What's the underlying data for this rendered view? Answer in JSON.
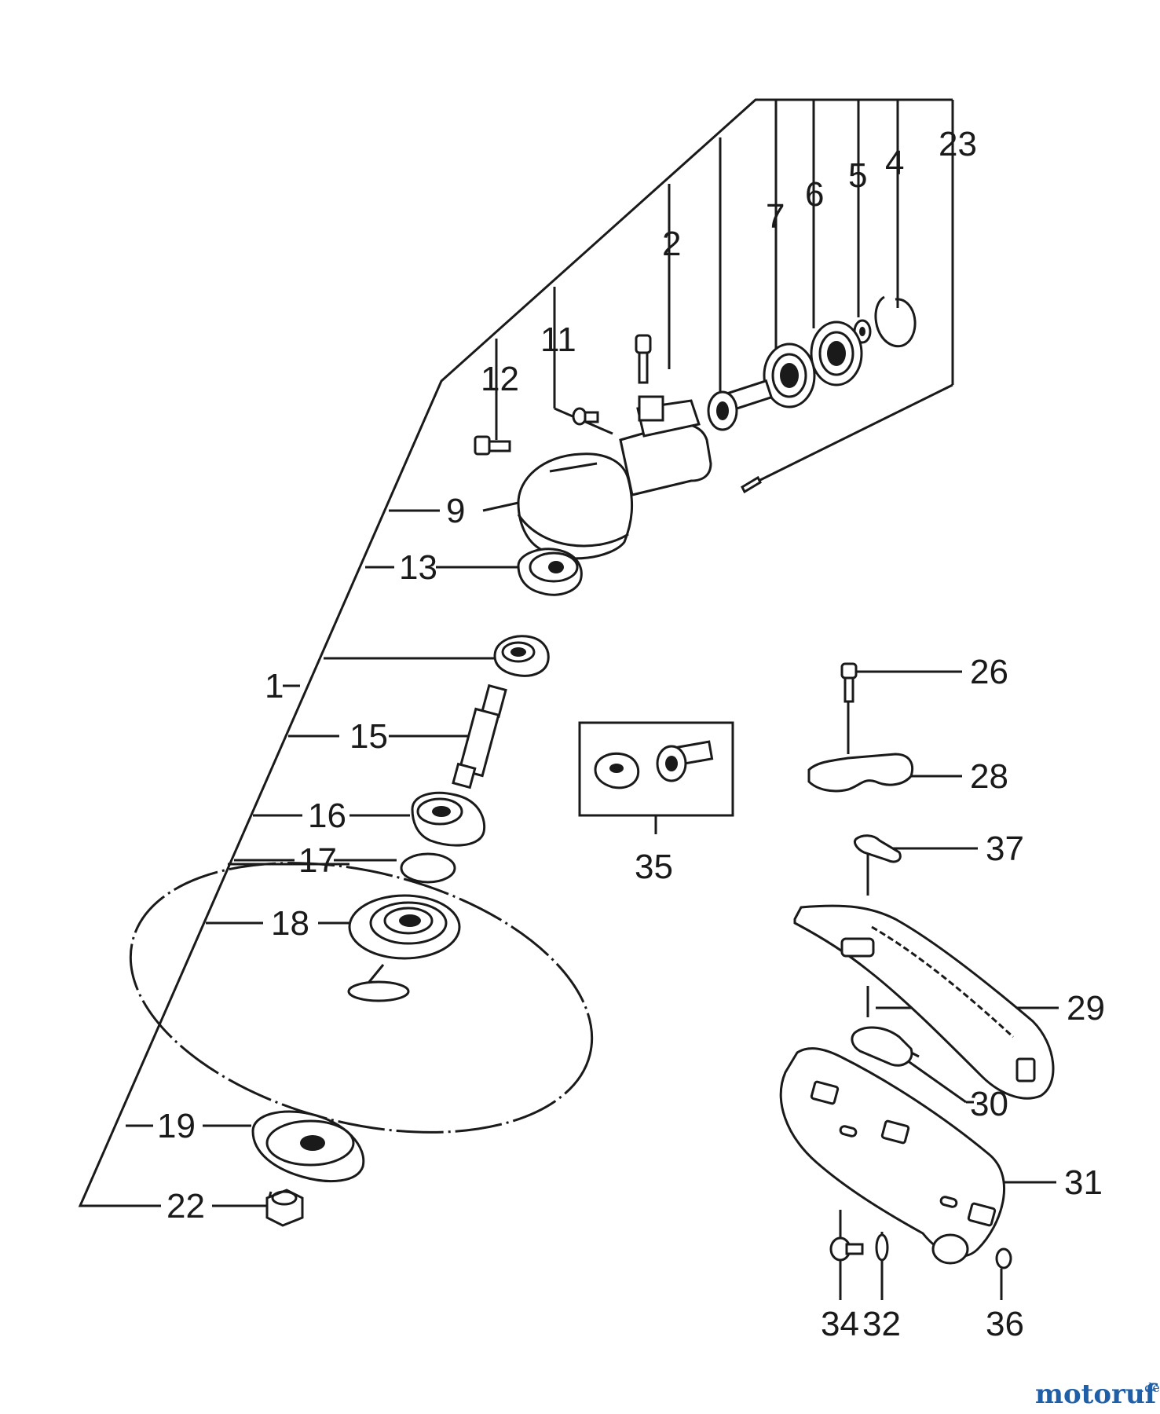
{
  "labels": {
    "p1": "1",
    "p2": "2",
    "p4": "4",
    "p5": "5",
    "p6": "6",
    "p7": "7",
    "p9": "9",
    "p11": "11",
    "p12": "12",
    "p13": "13",
    "p15": "15",
    "p16": "16",
    "p17": "17",
    "p18": "18",
    "p19": "19",
    "p22": "22",
    "p23": "23",
    "p26": "26",
    "p28": "28",
    "p29": "29",
    "p30": "30",
    "p31": "31",
    "p32": "32",
    "p34": "34",
    "p35": "35",
    "p36": "36",
    "p37": "37"
  },
  "watermark": {
    "main": "motoruf",
    "suffix": ".de"
  }
}
